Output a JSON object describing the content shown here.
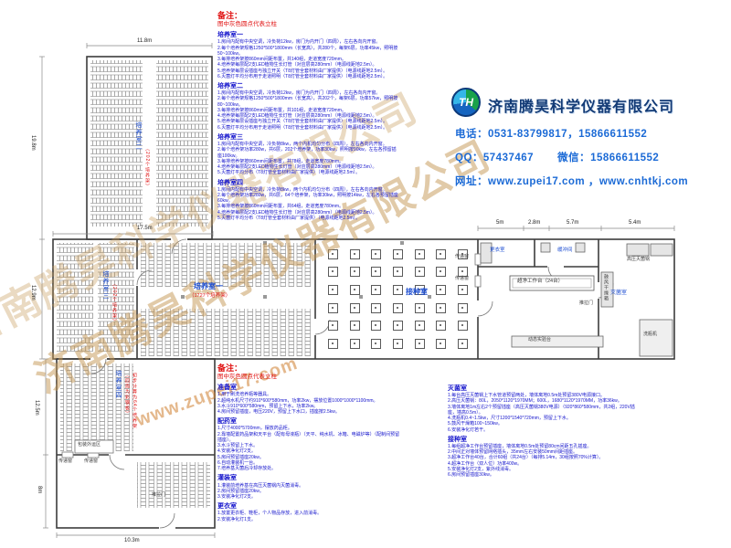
{
  "company": {
    "logo_text": "TH",
    "name": "济南腾昊科学仪器有限公司",
    "phone_label": "电话：",
    "phone": "0531-83799817，15866611552",
    "qq_label": "QQ：",
    "qq": "57437467",
    "wechat_label": "微信：",
    "wechat": "15866611552",
    "web_label": "网址：",
    "websites": "www.zupei17.com ，www.cnhtkj.com"
  },
  "watermark": {
    "line1": "济南腾昊科学仪器有限公司",
    "line2": "济南腾昊科学仪器有限公司",
    "url": "www.zupei17.com"
  },
  "plan": {
    "room_labels": {
      "room2": "培养室二",
      "room2_sub": "（202个培养架）",
      "room3": "培养室三",
      "room3_sub": "（202个培养架）",
      "room1": "培养室一",
      "room1_sub": "（1727个培养架）",
      "inoculation": "接种室",
      "room4": "培养室四",
      "room4_sub1": "（四周为彩钢板）",
      "room4_sub2": "初步计算为64个培养架",
      "sterilize": "灭菌室",
      "dressing": "更衣室",
      "buffer": "缓冲间",
      "clean_bench": "超净工作台（24台）",
      "autoclave": "高压灭菌锅",
      "dry_oven": "鼓风干燥箱",
      "bottle_washer": "洗瓶机",
      "bench": "动态实验台",
      "sliding_door": "推拉门",
      "sliding_door2": "推拉门",
      "pass_window": "传递窗",
      "packing": "包装外运区"
    },
    "dimensions": {
      "top_room_width": "11.8m",
      "top_room_height": "19.8m",
      "mid_height": "12.9m",
      "mid_width": "17.5m",
      "wing_d1": "5m",
      "wing_d2": "2.8m",
      "wing_d3": "5.7m",
      "wing_d4": "5.4m",
      "bottom_h1": "12.5m",
      "bottom_h2": "8m",
      "bottom_width": "10.3m"
    },
    "inoculation_grid": {
      "cols": 7,
      "rows": 6
    }
  },
  "notes_top": {
    "title": "备注：",
    "subtitle": "图中灰色圆点代表立柱",
    "sections": [
      {
        "heading": "培养室一",
        "lines": [
          "1.房间内配有中央空调，冷负荷12kw，房门为内开门（四周），左右各向内开窗。",
          "2.每个培养架规格1250*500*1800mm（长宽高），共280个，每架6层，功率45kw，照明按50~100kw。",
          "3.每排培养架按860mm间距布置，共140组，走道宽度720mm。",
          "4.培养架每层配2支LED植物生长灯管（对应层高280mm）（电源线距地2.5m）。",
          "5.培养架每层设插座与独立开关（T8灯管全套材料由厂家提供）（电源线距地2.5m）。",
          "6.灭菌灯平均分布用于走道照明（T8灯管全套材料由厂家提供）（电源线距地2.5m）。"
        ]
      },
      {
        "heading": "培养室二",
        "lines": [
          "1.房间内配有中央空调，冷负荷12kw，房门为内开门（四周），左右各向内开窗。",
          "2.每个培养架规格1250*500*1800mm（长宽高），共202个，每架6层，功率57kw，照明按80~100kw。",
          "3.每排培养架按860mm间距布置，共101组，走道宽度720mm。",
          "4.培养架每层配2支LED植物生长灯管（对应层高280mm）（电源线距地2.5m）。",
          "5.培养架每层设插座与独立开关（T8灯管全套材料由厂家提供）（电源线距地2.5m）。",
          "6.灭菌灯平均分布用于走道照明（T8灯管全套材料由厂家提供）（电源线距地2.5m）。"
        ]
      },
      {
        "heading": "培养室三",
        "lines": [
          "1.房间内配有中央空调，冷负荷8kw，两个内机均匀分布（四周），左右各向内开窗。",
          "2.每个培养架功率280w，共6层，202个培养架，功率30kw，照明按90kw，左右各预留插座100kw。",
          "3.每排培养架按860mm间距布置，共78组，走道宽度780mm。",
          "4.培养架每层配2支LED植物生长灯管（对应层高280mm）（电源线距地2.5m）。",
          "5.灭菌灯平均分布（T8灯管全套材料由厂家提供）（电源线距地2.5m）。"
        ]
      },
      {
        "heading": "培养室四",
        "lines": [
          "1.房间内配有中央空调，冷负荷8kw，两个内机均匀分布（四周），左右各向内开窗。",
          "2.每个培养架功率280w，共6层，64个培养架，功率30kw，照明按14kw，左右各预留插座60kw。",
          "3.每排培养架按860mm间距布置，共64组，走道宽度780mm。",
          "4.培养架每层配2支LED植物生长灯管（对应层高280mm）（电源线距地2.5m）。",
          "5.灭菌灯平均分布（T8灯管全套材料由厂家提供）（电源线距地2.5m）。"
        ]
      }
    ]
  },
  "notes_bottom": {
    "title": "备注：",
    "subtitle": "图中灰色圆点代表立柱",
    "sections": [
      {
        "heading": "准备室",
        "lines": [
          "1.用于刷洗培养瓶等器具。",
          "2.超纯水机尺寸约910*600*580mm，功率2kw，摆放位置1000*1000*1100mm。",
          "3.水斗910*600*580mm，预留上下水，功率2kw。",
          "4.房间预留插座，电压220V，预留上下水口，插座按2.5kw。"
        ]
      },
      {
        "heading": "配药室",
        "lines": [
          "1.尺寸4000*5700mm，摆放药品柜。",
          "2.靠墙配置药品架和天平台（配有母液瓶）（天平、纯水机、冰箱、电磁炉等）（配制间预留插座）。",
          "3.水斗预留上下水。",
          "4.安装净化灯2支。",
          "5.房间预留插座20kw。",
          "6.自动灌装机一台。",
          "7.培养基灭菌后冷却存放处。"
        ]
      },
      {
        "heading": "灌装室",
        "lines": [
          "1.灌装前培养基在高压灭菌锅内灭菌消毒。",
          "2.房间预留插座20kw。",
          "3.安装净化灯2支。"
        ]
      },
      {
        "heading": "更衣室",
        "lines": [
          "1.放置更衣柜、鞋柜，个人物品存放，进入前消毒。",
          "2.安装净化灯1支。"
        ]
      }
    ]
  },
  "notes_right": {
    "sections": [
      {
        "heading": "灭菌室",
        "lines": [
          "1.每台高压灭菌锅上下水管道预留两处，墙体离地0.5m处预留380V电源接口。",
          "2.高压灭菌锅：80L，2050*1120*1970MM；600L，1680*1120*1970MM，功率36kw。",
          "3.墙体离地1m左右2个预留插座（高压灭菌锅380V电源）（920*860*580mm，共2组，220V插座，墙高0.5m）。",
          "4.洗瓶机0.4~1.5kw，尺寸1200*1540*720mm，预留上下水。",
          "5.鼓风干燥箱100~150kw。",
          "6.安装净化灯若干。"
        ]
      },
      {
        "heading": "接种室",
        "lines": [
          "1.每组超净工作台预留插座，墙体离地0.5m处预留80cm间距五孔插座。",
          "2.中间正对墙体预留网络插头，35mm左右安装50mm间距插座。",
          "3.超净工作台40台，合计60组（共24台）（每排5.14m，30组按照70%计算）。",
          "4.超净工作台（双人位）功率400w。",
          "5.安装净化灯2支，紫外线消毒。",
          "6.房间预留插座30kw。"
        ]
      }
    ]
  },
  "colors": {
    "note_blue": "#1414cc",
    "note_red": "#e01010",
    "company_navy": "#123a75",
    "contact_blue": "#1b6ad6",
    "watermark_tan": "#c39652",
    "wall_gray": "#3c3c3c"
  }
}
